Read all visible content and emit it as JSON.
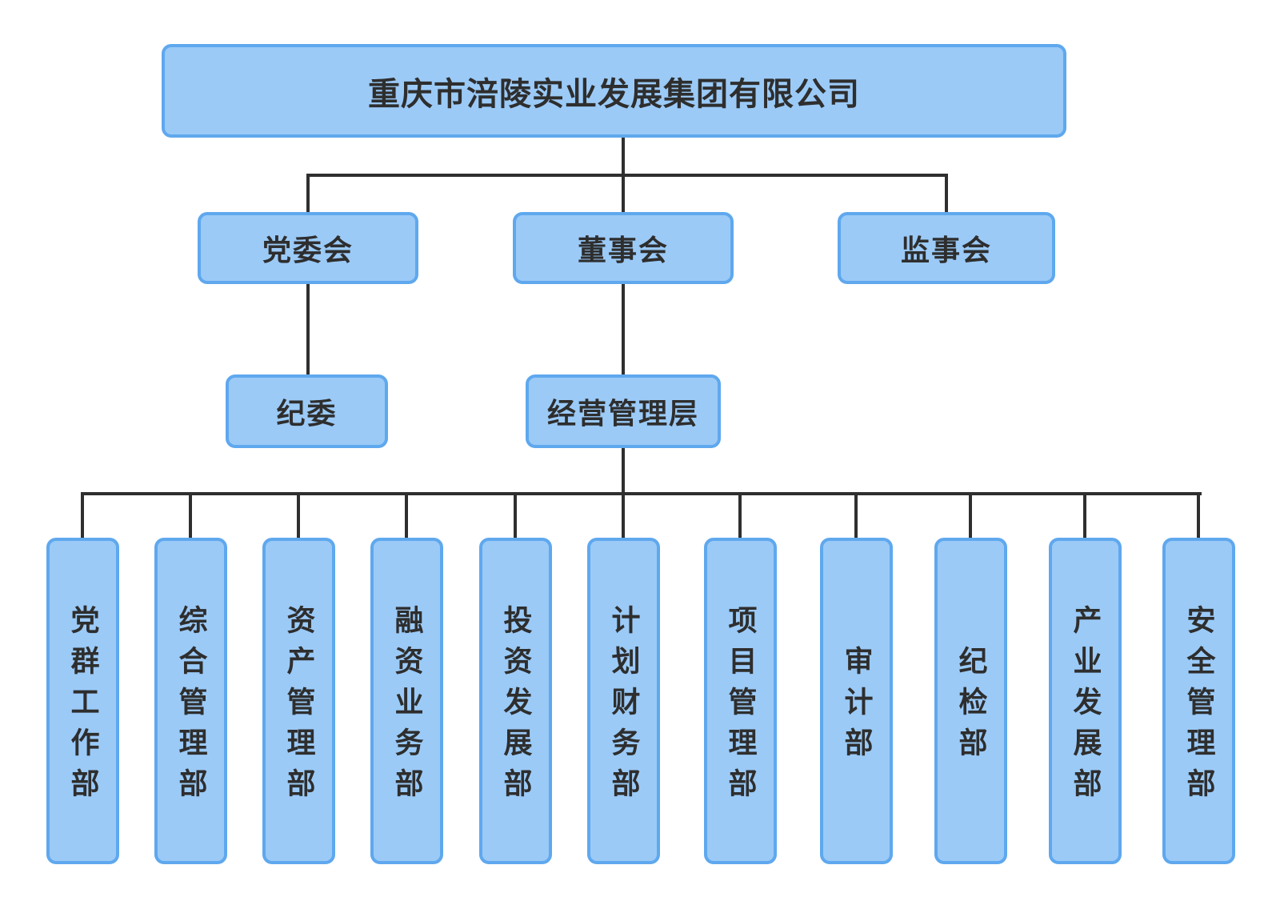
{
  "chart": {
    "title": "重庆市涪陵实业发展集团有限公司",
    "root": {
      "label": "重庆市涪陵实业发展集团有限公司"
    },
    "level2": [
      {
        "label": "党委会"
      },
      {
        "label": "董事会"
      },
      {
        "label": "监事会"
      }
    ],
    "level3": [
      {
        "label": "纪委"
      },
      {
        "label": "经营管理层"
      }
    ],
    "departments": [
      {
        "label": "党群工作部"
      },
      {
        "label": "综合管理部"
      },
      {
        "label": "资产管理部"
      },
      {
        "label": "融资业务部"
      },
      {
        "label": "投资发展部"
      },
      {
        "label": "计划财务部"
      },
      {
        "label": "项目管理部"
      },
      {
        "label": "审计部"
      },
      {
        "label": "纪检部"
      },
      {
        "label": "产业发展部"
      },
      {
        "label": "安全管理部"
      }
    ],
    "hierarchy": {
      "root_children": [
        "党委会",
        "董事会",
        "监事会"
      ],
      "党委会_children": [
        "纪委"
      ],
      "董事会_children": [
        "经营管理层"
      ],
      "经营管理层_children": [
        "党群工作部",
        "综合管理部",
        "资产管理部",
        "融资业务部",
        "投资发展部",
        "计划财务部",
        "项目管理部",
        "审计部",
        "纪检部",
        "产业发展部",
        "安全管理部"
      ]
    },
    "colors": {
      "box_fill": "#9bcaf7",
      "box_border": "#5fa8ee",
      "connector_line": "#2f2f2f",
      "text": "#2e2e2e",
      "background": "#ffffff"
    }
  }
}
